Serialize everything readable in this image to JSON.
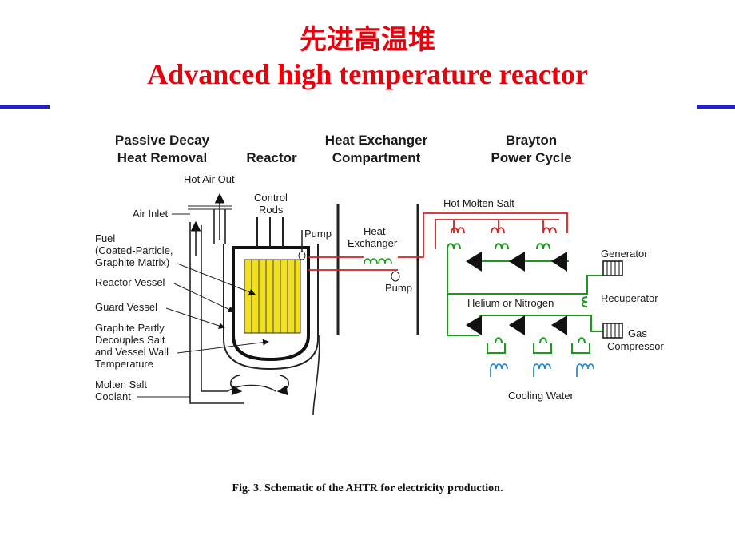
{
  "title_cn": "先进高温堆",
  "title_en": "Advanced high temperature reactor",
  "headers": {
    "passive": [
      "Passive Decay",
      "Heat Removal"
    ],
    "reactor": "Reactor",
    "hx": [
      "Heat Exchanger",
      "Compartment"
    ],
    "brayton": [
      "Brayton",
      "Power Cycle"
    ]
  },
  "labels": {
    "hot_air_out": "Hot Air Out",
    "air_inlet": "Air Inlet",
    "control_rods": [
      "Control",
      "Rods"
    ],
    "pump1": "Pump",
    "heat_exchanger": [
      "Heat",
      "Exchanger"
    ],
    "pump2": "Pump",
    "hot_molten_salt": "Hot Molten Salt",
    "generator": "Generator",
    "recuperator": "Recuperator",
    "helium": "Helium or Nitrogen",
    "gas_compressor": [
      "Gas",
      "Compressor"
    ],
    "cooling_water": "Cooling Water",
    "fuel": [
      "Fuel",
      "(Coated-Particle,",
      "Graphite Matrix)"
    ],
    "reactor_vessel": "Reactor Vessel",
    "guard_vessel": "Guard Vessel",
    "graphite": [
      "Graphite Partly",
      "Decouples Salt",
      "and Vessel Wall",
      "Temperature"
    ],
    "molten_salt": [
      "Molten Salt",
      "Coolant"
    ]
  },
  "caption": "Fig. 3.  Schematic of the AHTR for electricity production.",
  "colors": {
    "title": "#e8000b",
    "rule": "#2020d0",
    "hot_salt": "#d42020",
    "gas": "#1a9a1a",
    "water": "#2a8ad8",
    "core": "#f2e020"
  }
}
